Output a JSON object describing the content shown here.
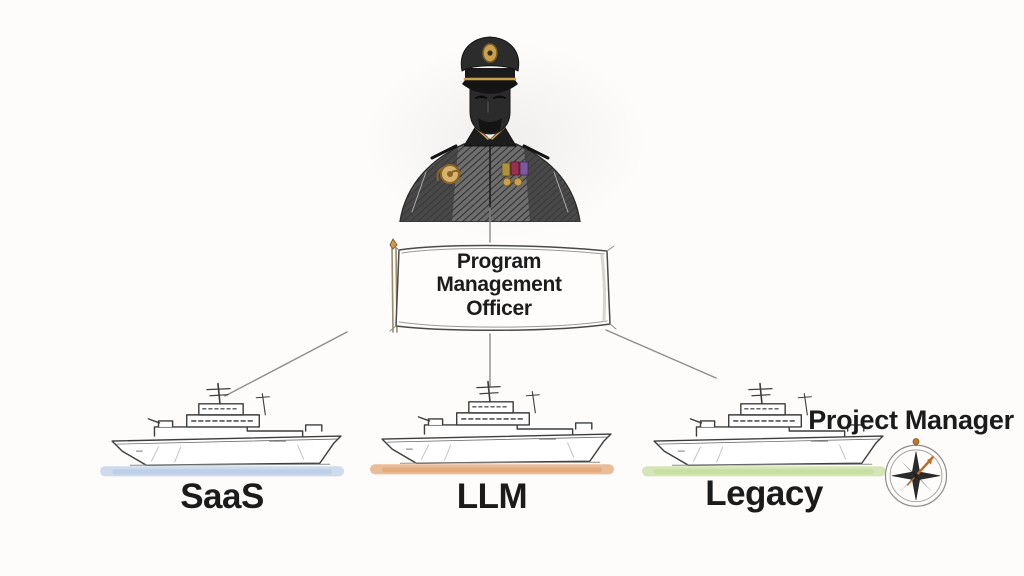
{
  "canvas": {
    "background_color": "#fdfcfb"
  },
  "org_chart": {
    "commander": {
      "figure": "naval-officer-sketch",
      "banner": {
        "label": "Program Management Officer",
        "pole_finial_color": "#d89a4d"
      }
    },
    "ships": [
      {
        "label": "SaaS",
        "waterline_color": "#aec4e5"
      },
      {
        "label": "LLM",
        "waterline_color": "#e29a62"
      },
      {
        "label": "Legacy",
        "waterline_color": "#b9d78b"
      }
    ],
    "annotation": {
      "label": "Project Manager",
      "icon": "compass-rose-icon",
      "needle_color": "#bf6a24"
    }
  }
}
